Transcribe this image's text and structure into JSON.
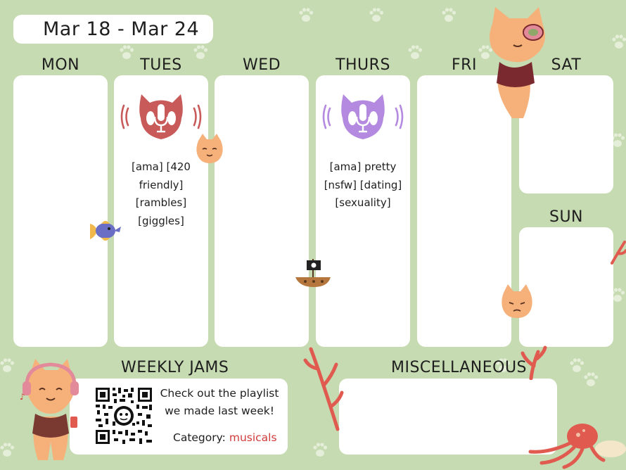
{
  "week_range": "Mar 18 - Mar 24",
  "days": {
    "mon": "MON",
    "tues": "TUES",
    "wed": "WED",
    "thurs": "THURS",
    "fri": "FRI",
    "sat": "SAT",
    "sun": "SUN"
  },
  "tues_tags": [
    "[ama] [420",
    "friendly]",
    "[rambles]",
    "[giggles]"
  ],
  "thurs_tags": [
    "[ama] pretty",
    "[nsfw] [dating]",
    "[sexuality]"
  ],
  "weekly_jams": {
    "heading": "WEEKLY JAMS",
    "line1": "Check out the playlist",
    "line2": "we made last week!",
    "category_label": "Category:",
    "category_value": "musicals"
  },
  "misc": {
    "heading": "MISCELLANEOUS"
  },
  "colors": {
    "background": "#c6dbb2",
    "card": "#ffffff",
    "tues_icon": "#c85a5a",
    "thurs_icon": "#b48ae0",
    "category_value": "#d23a3a",
    "coral": "#e05a4f"
  },
  "icons": {
    "tues": "cat-microphone-icon",
    "thurs": "cat-microphone-icon"
  }
}
